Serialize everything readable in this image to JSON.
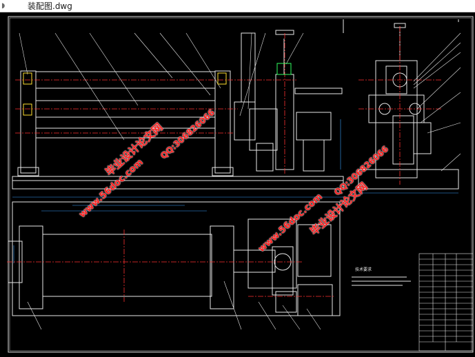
{
  "window": {
    "title": "装配图.dwg",
    "icon": "document-icon"
  },
  "watermarks": [
    {
      "text": "毕业设计论文网"
    },
    {
      "text": "www.56doc.com"
    },
    {
      "text": "QQ:306826066"
    },
    {
      "text": "毕业设计论文网"
    },
    {
      "text": "www.56doc.com"
    },
    {
      "text": "QQ:306826066"
    }
  ],
  "drawing": {
    "tech_requirements_title": "技术要求",
    "colors": {
      "outline": "#e8e8e8",
      "centerline": "#ff3030",
      "dimension": "#3aa0ff",
      "highlight": "#30ff60",
      "bearing": "#ffe030"
    }
  }
}
